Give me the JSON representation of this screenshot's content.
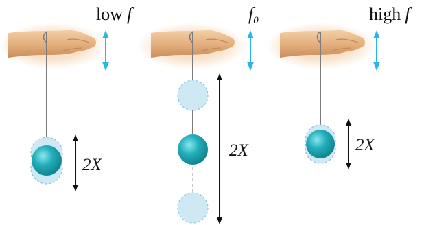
{
  "panels": [
    {
      "key": "low",
      "label_text": "low",
      "label_var": "f",
      "label_sub": "",
      "amplitude_label": "2X"
    },
    {
      "key": "resonant",
      "label_text": "",
      "label_var": "f",
      "label_sub": "0",
      "amplitude_label": "2X"
    },
    {
      "key": "high",
      "label_text": "high",
      "label_var": "f",
      "label_sub": "",
      "amplitude_label": "2X"
    }
  ],
  "colors": {
    "skin": "#e7b98a",
    "skin_shadow": "#c98d5a",
    "skin_highlight": "#f6d6b0",
    "string": "#7c7c7c",
    "ball": "#1aa5b3",
    "ball_highlight": "#7fe3ea",
    "ball_ghost": "#cfe9f4",
    "ball_ghost_stroke": "#8cc2dd",
    "cyan_arrow": "#29b6e6",
    "black_arrow": "#111111"
  },
  "icons": {
    "hand": "hand-icon",
    "double_arrow": "double-arrow-icon"
  }
}
